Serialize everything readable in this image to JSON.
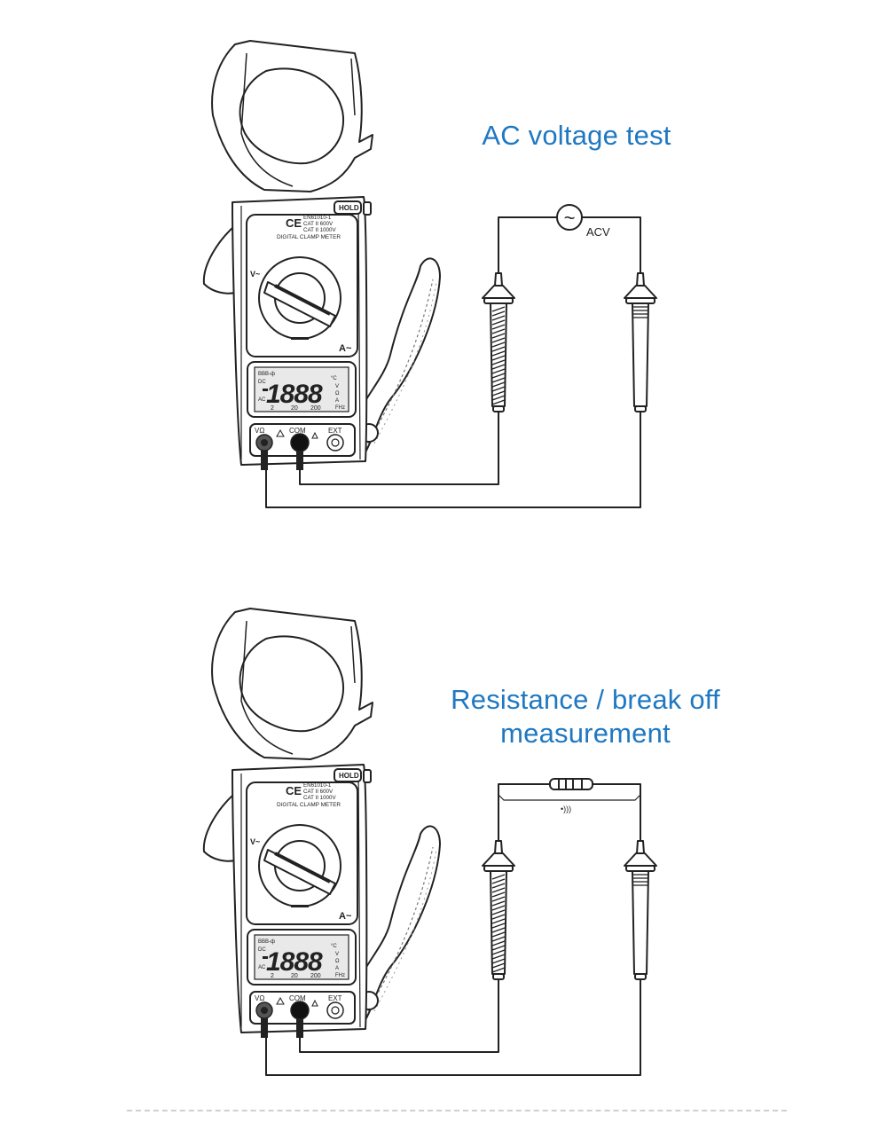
{
  "panels": [
    {
      "title_lines": [
        "AC voltage test"
      ],
      "source_symbol": "~",
      "source_label": "ACV",
      "component": "ac-source"
    },
    {
      "title_lines": [
        "Resistance / break off",
        "measurement"
      ],
      "component": "resistor",
      "continuity_symbol": "•)))"
    }
  ],
  "meter": {
    "hold_label": "HOLD",
    "ce_mark": "CE",
    "standards": [
      "EN61010-1",
      "CAT II 600V",
      "CAT II 1000V"
    ],
    "model_name": "DIGITAL CLAMP METER",
    "dial_left_label": "V~",
    "dial_right_label": "A~",
    "display_value": "1888",
    "display_minus": "-",
    "display_annunciator": "ВВВ-ф",
    "display_mode_labels": [
      "DC",
      "AC"
    ],
    "display_scale": [
      "2",
      "20",
      "200"
    ],
    "display_units": [
      "°C",
      "V",
      "Ω",
      "A",
      "F",
      "Hz"
    ],
    "jacks": [
      "VΩ",
      "COM",
      "EXT"
    ],
    "colors": {
      "line": "#222222",
      "title": "#1f78c1",
      "body": "#ffffff",
      "shade": "#e9e9e9"
    }
  }
}
